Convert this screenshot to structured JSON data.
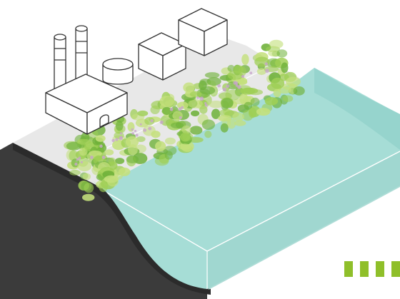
{
  "palette": {
    "background": "#ffffff",
    "ground_top": "#e8e8e8",
    "ground_side": "#3b3b3b",
    "water": "#a6ddd6",
    "water_dark": "#8ccfc7",
    "water_edge": "#ffffff",
    "vegetation_light": "#c4e07c",
    "vegetation_mid": "#9fcf55",
    "vegetation_dark": "#6fb23a",
    "vegetation_flower": "#c8a6cc",
    "building_stroke": "#333333",
    "building_fill": "#ffffff",
    "indicator": "#8fbf2a"
  },
  "scene": {
    "buildings": [
      "industrial-plant",
      "storage-tank",
      "warehouse-front",
      "warehouse-back"
    ],
    "smokestacks": 2,
    "indicator_bars": 4
  }
}
